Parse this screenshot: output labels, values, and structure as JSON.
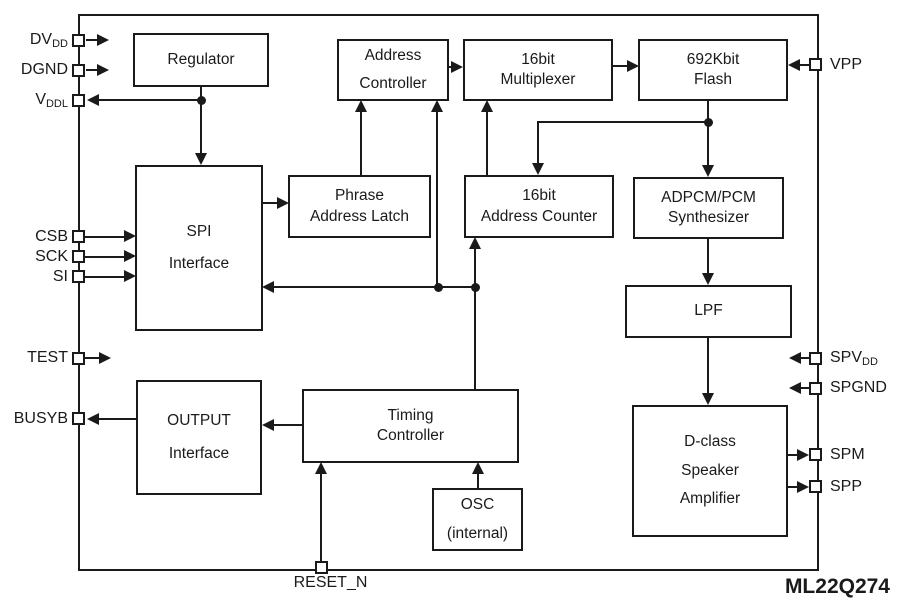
{
  "title": "ML22Q274",
  "colors": {
    "ink": "#1a1a1a",
    "background": "#ffffff"
  },
  "blocks": {
    "regulator": {
      "lines": [
        "Regulator"
      ]
    },
    "address_controller": {
      "lines": [
        "Address",
        "Controller"
      ]
    },
    "multiplexer": {
      "lines": [
        "16bit",
        "Multiplexer"
      ]
    },
    "flash": {
      "lines": [
        "692Kbit",
        "Flash"
      ]
    },
    "spi": {
      "lines": [
        "SPI",
        "Interface"
      ]
    },
    "phrase_latch": {
      "lines": [
        "Phrase",
        "Address Latch"
      ]
    },
    "address_counter": {
      "lines": [
        "16bit",
        "Address Counter"
      ]
    },
    "synthesizer": {
      "lines": [
        "ADPCM/PCM",
        "Synthesizer"
      ]
    },
    "lpf": {
      "lines": [
        "LPF"
      ]
    },
    "output_interface": {
      "lines": [
        "OUTPUT",
        "Interface"
      ]
    },
    "timing_controller": {
      "lines": [
        "Timing",
        "Controller"
      ]
    },
    "osc": {
      "lines": [
        "OSC",
        "(internal)"
      ]
    },
    "dclass_amp": {
      "lines": [
        "D-class",
        "Speaker",
        "Amplifier"
      ]
    }
  },
  "pins": {
    "dvdd": {
      "base": "DV",
      "sub": "DD"
    },
    "dgnd": {
      "base": "DGND",
      "sub": ""
    },
    "vddl": {
      "base": "V",
      "sub": "DDL"
    },
    "csb": {
      "base": "CSB",
      "sub": ""
    },
    "sck": {
      "base": "SCK",
      "sub": ""
    },
    "si": {
      "base": "SI",
      "sub": ""
    },
    "test": {
      "base": "TEST",
      "sub": ""
    },
    "busyb": {
      "base": "BUSYB",
      "sub": ""
    },
    "vpp": {
      "base": "VPP",
      "sub": ""
    },
    "spvdd": {
      "base": "SPV",
      "sub": "DD"
    },
    "spgnd": {
      "base": "SPGND",
      "sub": ""
    },
    "spm": {
      "base": "SPM",
      "sub": ""
    },
    "spp": {
      "base": "SPP",
      "sub": ""
    },
    "reset_n": {
      "base": "RESET_N",
      "sub": ""
    }
  }
}
